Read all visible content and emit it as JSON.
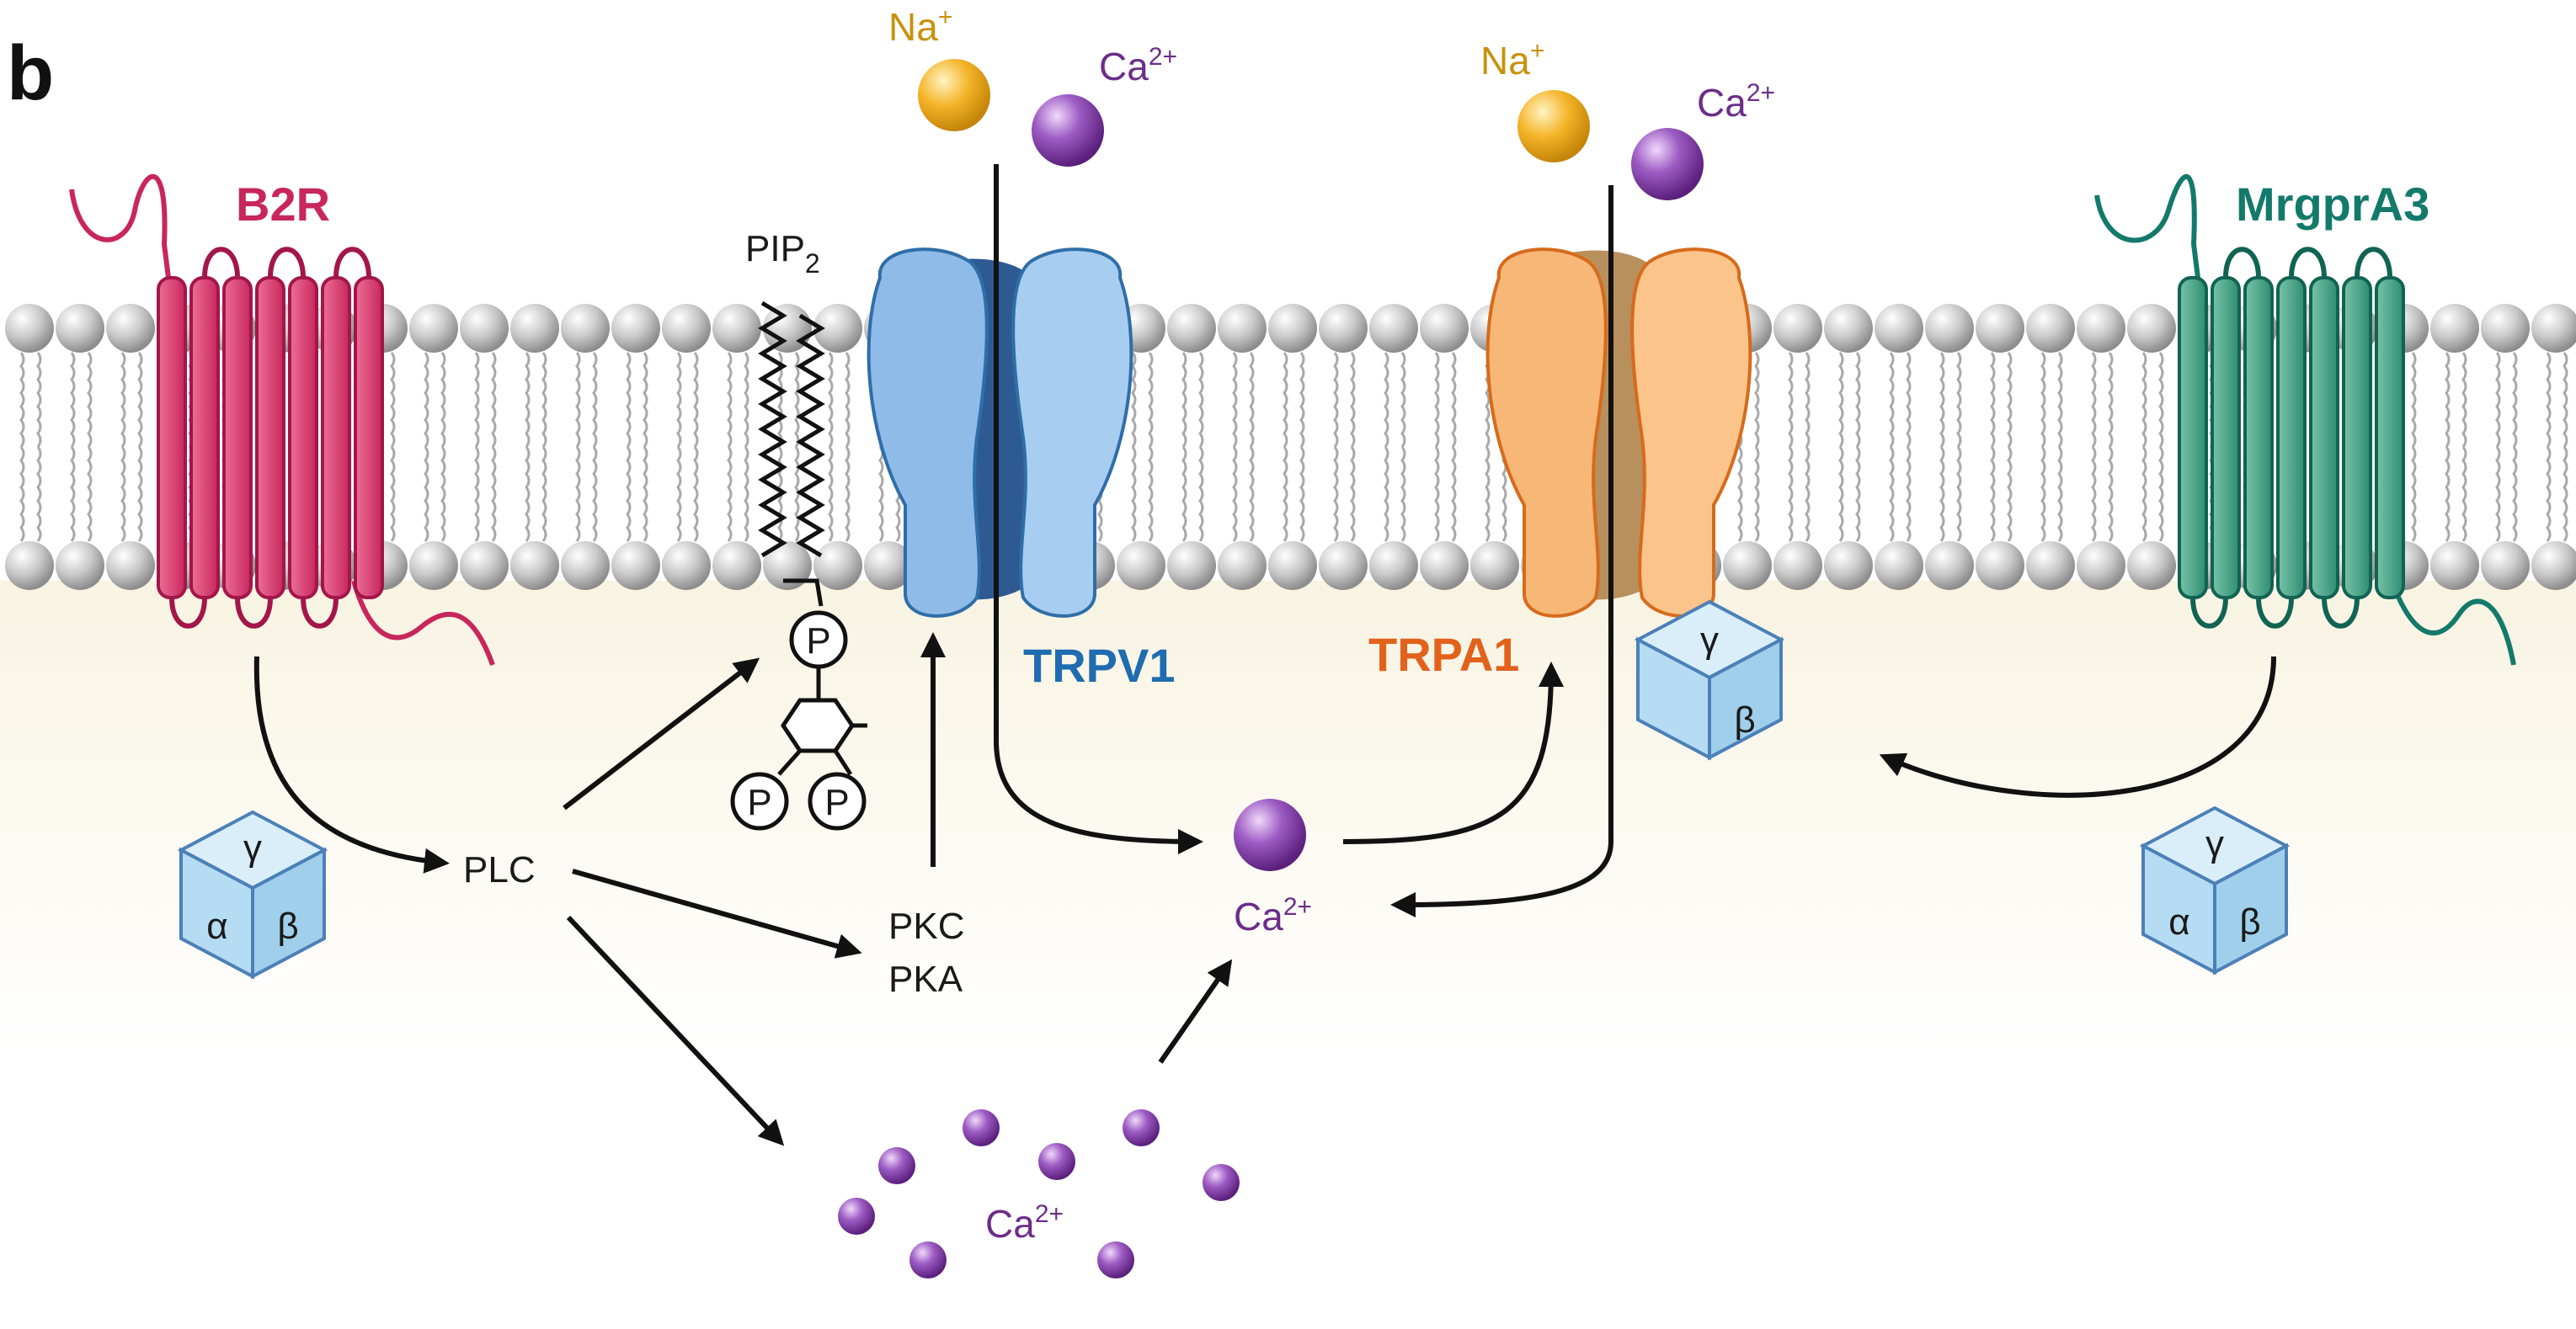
{
  "panel_label": "b",
  "receptors": {
    "b2r": {
      "label": "B2R",
      "color": "#c8265c"
    },
    "mrgpra3": {
      "label": "MrgprA3",
      "color": "#137a6b"
    }
  },
  "channels": {
    "trpv1": {
      "label": "TRPV1",
      "color": "#1f6cb0"
    },
    "trpa1": {
      "label": "TRPA1",
      "color": "#e2621b"
    }
  },
  "lipid": {
    "label_main": "PIP",
    "label_sub": "2",
    "phosphate": "P"
  },
  "ions": {
    "na_label_main": "Na",
    "na_label_sup": "+",
    "na_color": "#e8a316",
    "ca_label_main": "Ca",
    "ca_label_sup": "2+",
    "ca_color": "#6c2d8a"
  },
  "g_protein": {
    "alpha": "α",
    "beta": "β",
    "gamma": "γ"
  },
  "signaling": {
    "plc": "PLC",
    "pkc": "PKC",
    "pka": "PKA"
  }
}
